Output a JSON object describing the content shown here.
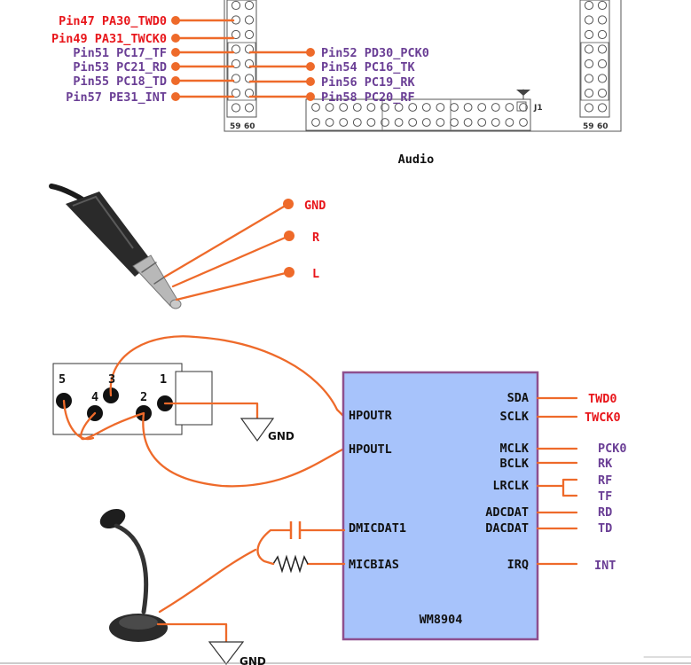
{
  "colors": {
    "red": "#e8161b",
    "purple": "#6a3e95",
    "wire": "#ee6a2a",
    "chip_fill": "#a7c3fb",
    "chip_border": "#8e4f8e",
    "black": "#1a1a1a",
    "grey": "#555555"
  },
  "header_left_pins": [
    {
      "label": "Pin47  PA30_TWD0",
      "color": "red"
    },
    {
      "label": "Pin49  PA31_TWCK0",
      "color": "red"
    },
    {
      "label": "Pin51  PC17_TF",
      "color": "purple"
    },
    {
      "label": "Pin53  PC21_RD",
      "color": "purple"
    },
    {
      "label": "Pin55  PC18_TD",
      "color": "purple"
    },
    {
      "label": "Pin57  PE31_INT",
      "color": "purple"
    }
  ],
  "header_right_pins": [
    {
      "label": "Pin52  PD30_PCK0",
      "color": "purple"
    },
    {
      "label": "Pin54  PC16_TK",
      "color": "purple"
    },
    {
      "label": "Pin56  PC19_RK",
      "color": "purple"
    },
    {
      "label": "Pin58  PC20_RF",
      "color": "purple"
    }
  ],
  "header_pin_numbers": {
    "left_59": "59",
    "left_60": "60",
    "right_59": "59",
    "right_60": "60"
  },
  "connector_label": "J1",
  "section_title": "Audio",
  "jack_labels": [
    {
      "label": "GND",
      "color": "red"
    },
    {
      "label": "R",
      "color": "red"
    },
    {
      "label": "L",
      "color": "red"
    }
  ],
  "socket_pins": [
    "5",
    "3",
    "4",
    "2",
    "1"
  ],
  "gnd_symbol_label": "GND",
  "chip": {
    "name": "WM8904",
    "left_pins": [
      "HPOUTR",
      "HPOUTL",
      "DMICDAT1",
      "MICBIAS"
    ],
    "right_pins": [
      {
        "pin": "SDA",
        "signal": "TWD0",
        "color": "red"
      },
      {
        "pin": "SCLK",
        "signal": "TWCK0",
        "color": "red"
      },
      {
        "pin": "MCLK",
        "signal": "PCK0",
        "color": "purple"
      },
      {
        "pin": "BCLK",
        "signal": "RK",
        "color": "purple"
      },
      {
        "pin": "LRCLK",
        "signal": "RF",
        "color": "purple"
      },
      {
        "pin": "",
        "signal": "TF",
        "color": "purple"
      },
      {
        "pin": "ADCDAT",
        "signal": "RD",
        "color": "purple"
      },
      {
        "pin": "DACDAT",
        "signal": "TD",
        "color": "purple"
      },
      {
        "pin": "IRQ",
        "signal": "INT",
        "color": "purple"
      }
    ]
  },
  "icons": {
    "audio_jack": "audio-plug-icon",
    "socket": "headphone-socket-icon",
    "microphone": "microphone-icon",
    "capacitor": "capacitor-icon",
    "resistor": "resistor-icon",
    "ground": "ground-icon"
  }
}
